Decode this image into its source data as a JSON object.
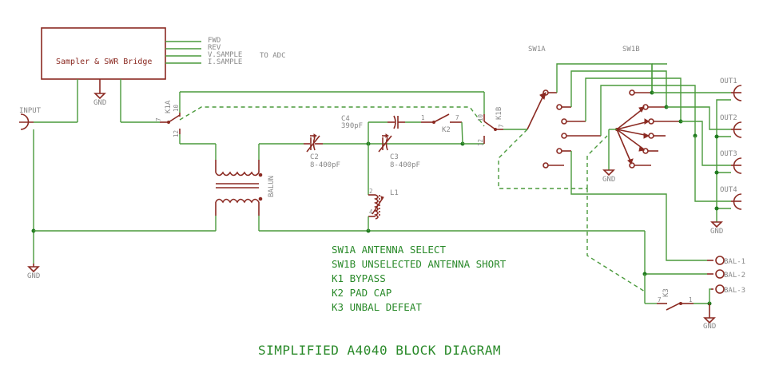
{
  "title": "SIMPLIFIED A4040 BLOCK DIAGRAM",
  "colors": {
    "wire": "#4a9a3c",
    "part": "#8b2a22",
    "label": "#888888",
    "note": "#2a8a2a"
  },
  "blocks": {
    "sampler": "Sampler & SWR Bridge"
  },
  "adc_signals": [
    "FWD",
    "REV",
    "V.SAMPLE",
    "I.SAMPLE"
  ],
  "adc_label": "TO ADC",
  "labels": {
    "input": "INPUT",
    "gnd": "GND",
    "k1a": "K1A",
    "k1b": "K1B",
    "k2": "K2",
    "k3": "K3",
    "balun": "BALUN",
    "c2": "C2",
    "c2_val": "8-400pF",
    "c3": "C3",
    "c3_val": "8-400pF",
    "c4": "C4",
    "c4_val": "390pF",
    "l1": "L1",
    "sw1a": "SW1A",
    "sw1b": "SW1B"
  },
  "pins": {
    "p10": "10",
    "p12": "12",
    "p7": "7",
    "p1": "1",
    "p2": "2",
    "p4": "4"
  },
  "outputs": [
    "OUT1",
    "OUT2",
    "OUT3",
    "OUT4"
  ],
  "bal_terminals": [
    "BAL-1",
    "BAL-2",
    "BAL-3"
  ],
  "notes": [
    "SW1A ANTENNA SELECT",
    "SW1B UNSELECTED ANTENNA SHORT",
    "K1 BYPASS",
    "K2 PAD CAP",
    "K3 UNBAL DEFEAT"
  ]
}
